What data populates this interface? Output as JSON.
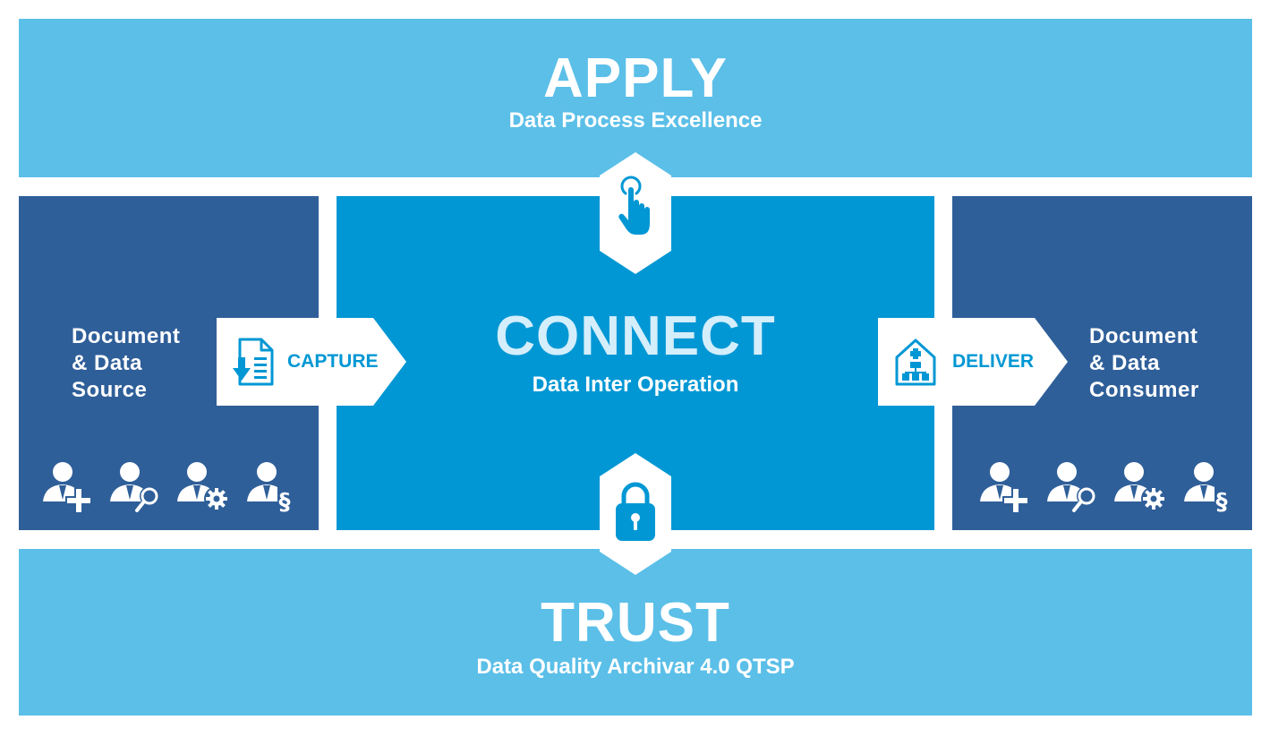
{
  "apply": {
    "title": "APPLY",
    "subtitle": "Data Process Excellence"
  },
  "connect": {
    "title": "CONNECT",
    "subtitle": "Data Inter Operation"
  },
  "trust": {
    "title": "TRUST",
    "subtitle": "Data Quality Archivar 4.0 QTSP"
  },
  "source": {
    "line1": "Document",
    "line2": "& Data",
    "line3": "Source"
  },
  "consumer": {
    "line1": "Document",
    "line2": "& Data",
    "line3": "Consumer"
  },
  "capture": {
    "label": "CAPTURE",
    "icon": "document-download-icon"
  },
  "deliver": {
    "label": "DELIVER",
    "icon": "house-org-chart-icon"
  },
  "hex_icons": {
    "top": "touch-hand-icon",
    "bottom": "padlock-icon"
  },
  "person_icons": [
    "person-plus-icon",
    "person-search-icon",
    "person-gear-icon",
    "person-paragraph-icon"
  ],
  "colors": {
    "band": "#5bbfe8",
    "side_panel": "#2f5f99",
    "connect_panel": "#0097d4",
    "connect_title": "#d4eefb",
    "white": "#ffffff"
  }
}
